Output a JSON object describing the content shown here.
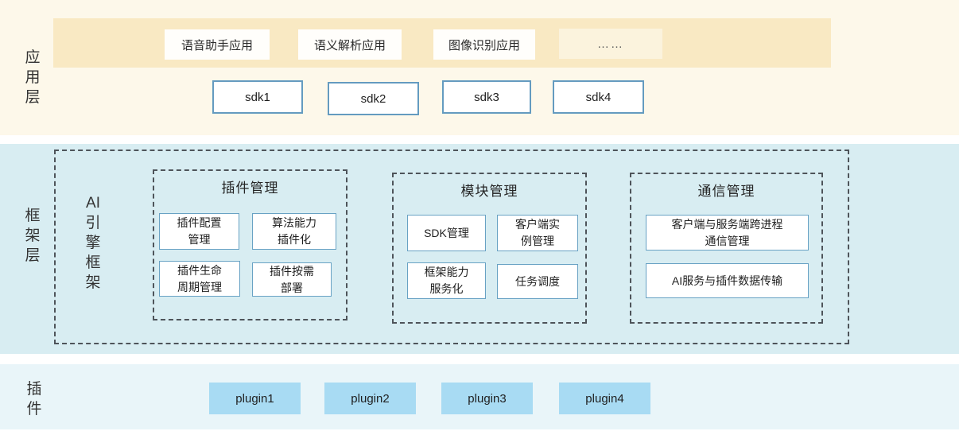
{
  "app_layer": {
    "label": "应\n用\n层",
    "apps": [
      "语音助手应用",
      "语义解析应用",
      "图像识别应用",
      "……"
    ],
    "sdks": [
      "sdk1",
      "sdk2",
      "sdk3",
      "sdk4"
    ]
  },
  "framework_layer": {
    "label": "框\n架\n层",
    "engine_label": "AI\n引\n擎\n框\n架",
    "groups": [
      {
        "title": "插件管理",
        "items": [
          "插件配置\n管理",
          "算法能力\n插件化",
          "插件生命\n周期管理",
          "插件按需\n部署"
        ]
      },
      {
        "title": "模块管理",
        "items": [
          "SDK管理",
          "客户端实\n例管理",
          "框架能力\n服务化",
          "任务调度"
        ]
      },
      {
        "title": "通信管理",
        "items": [
          "客户端与服务端跨进程\n通信管理",
          "AI服务与插件数据传输"
        ]
      }
    ]
  },
  "plugin_layer": {
    "label": "插\n件",
    "plugins": [
      "plugin1",
      "plugin2",
      "plugin3",
      "plugin4"
    ]
  },
  "colors": {
    "app_section_bg": "#fdf8ea",
    "app_band_bg": "#f9e9c3",
    "app_box_bg": "#fffefb",
    "dots_box_bg": "#fbf3dd",
    "framework_section_bg": "#d8edf2",
    "plugin_section_bg": "#e9f5f9",
    "sdk_box_border": "#649bc0",
    "item_box_border": "#68a2c4",
    "plugin_box_bg": "#a8dbf3",
    "dashed_border": "#4e545a",
    "text": "#2b2b2b"
  }
}
